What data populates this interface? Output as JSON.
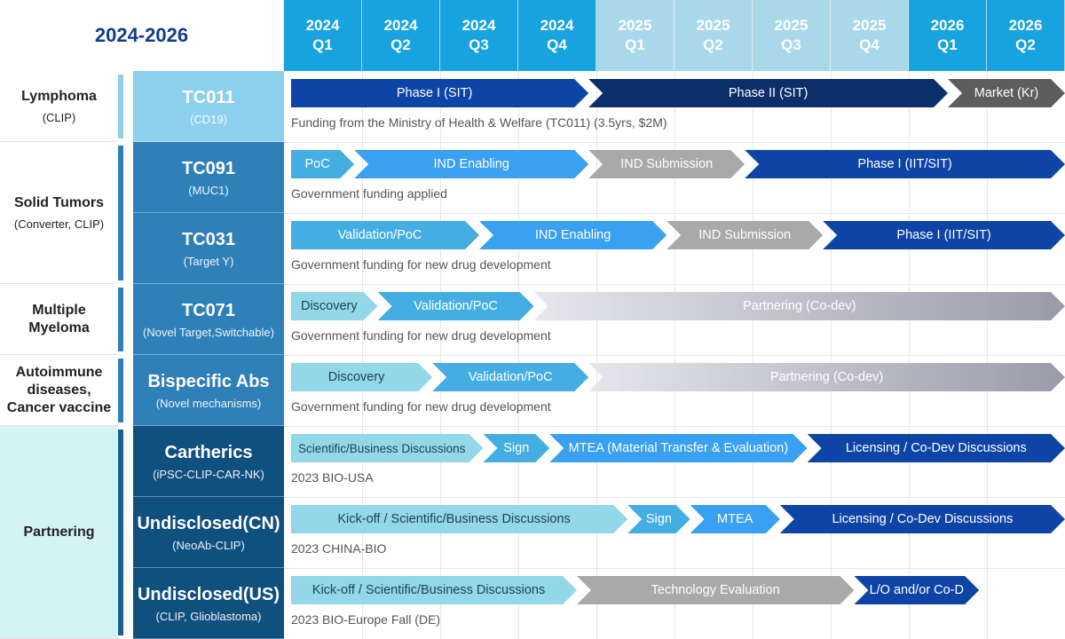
{
  "title": "2024-2026",
  "quarters": [
    {
      "year": "2024",
      "q": "Q1",
      "color": "#17a3e0"
    },
    {
      "year": "2024",
      "q": "Q2",
      "color": "#17a3e0"
    },
    {
      "year": "2024",
      "q": "Q3",
      "color": "#17a3e0"
    },
    {
      "year": "2024",
      "q": "Q4",
      "color": "#17a3e0"
    },
    {
      "year": "2025",
      "q": "Q1",
      "color": "#a9d8ea"
    },
    {
      "year": "2025",
      "q": "Q2",
      "color": "#a9d8ea"
    },
    {
      "year": "2025",
      "q": "Q3",
      "color": "#a9d8ea"
    },
    {
      "year": "2025",
      "q": "Q4",
      "color": "#a9d8ea"
    },
    {
      "year": "2026",
      "q": "Q1",
      "color": "#17a3e0"
    },
    {
      "year": "2026",
      "q": "Q2",
      "color": "#17a3e0"
    }
  ],
  "categories": [
    {
      "lines": [
        "Lymphoma"
      ],
      "sub": "(CLIP)",
      "rows": 1,
      "bg": "#ffffff",
      "bar": "#8dd0ee"
    },
    {
      "lines": [
        "Solid Tumors"
      ],
      "sub": "(Converter, CLIP)",
      "rows": 2,
      "bg": "#ffffff",
      "bar": "#2f7fb8"
    },
    {
      "lines": [
        "Multiple",
        "Myeloma"
      ],
      "sub": "",
      "rows": 1,
      "bg": "#ffffff",
      "bar": "#2f7fb8"
    },
    {
      "lines": [
        "Autoimmune",
        "diseases,",
        "Cancer vaccine"
      ],
      "sub": "",
      "rows": 1,
      "bg": "#ffffff",
      "bar": "#2f7fb8"
    },
    {
      "lines": [
        "Partnering"
      ],
      "sub": "",
      "rows": 3,
      "bg": "#d4f3f4",
      "bar": "#1a5e94"
    }
  ],
  "programs": [
    {
      "name": "TC011",
      "sub": "(CD19)",
      "bg": "#8dd0ee",
      "note": "Funding from the Ministry of Health & Welfare (TC011) (3.5yrs, $2M)",
      "stages": [
        {
          "label": "Phase I (SIT)",
          "start": 0,
          "end": 3.9,
          "color": "#0e44a6",
          "text": "#ffffff"
        },
        {
          "label": "Phase II (SIT)",
          "start": 3.9,
          "end": 8.5,
          "color": "#0c2f6b",
          "text": "#ffffff"
        },
        {
          "label": "Market (Kr)",
          "start": 8.5,
          "end": 10,
          "color": "#5d5d5d",
          "text": "#ffffff"
        }
      ]
    },
    {
      "name": "TC091",
      "sub": "(MUC1)",
      "bg": "#2f7fb8",
      "note": "Government funding applied",
      "stages": [
        {
          "label": "PoC",
          "start": 0,
          "end": 0.9,
          "color": "#44aee3",
          "text": "#ffffff"
        },
        {
          "label": "IND Enabling",
          "start": 0.9,
          "end": 3.9,
          "color": "#3aa0f2",
          "text": "#ffffff"
        },
        {
          "label": "IND Submission",
          "start": 3.9,
          "end": 5.9,
          "color": "#a9a9a9",
          "text": "#ffffff"
        },
        {
          "label": "Phase I (IIT/SIT)",
          "start": 5.9,
          "end": 10,
          "color": "#0e44a6",
          "text": "#ffffff"
        }
      ]
    },
    {
      "name": "TC031",
      "sub": "(Target Y)",
      "bg": "#2f7fb8",
      "note": "Government funding for new drug development",
      "stages": [
        {
          "label": "Validation/PoC",
          "start": 0,
          "end": 2.5,
          "color": "#44aee3",
          "text": "#ffffff"
        },
        {
          "label": "IND Enabling",
          "start": 2.5,
          "end": 4.9,
          "color": "#3aa0f2",
          "text": "#ffffff"
        },
        {
          "label": "IND Submission",
          "start": 4.9,
          "end": 6.9,
          "color": "#a9a9a9",
          "text": "#ffffff"
        },
        {
          "label": "Phase I (IIT/SIT)",
          "start": 6.9,
          "end": 10,
          "color": "#0e44a6",
          "text": "#ffffff"
        }
      ]
    },
    {
      "name": "TC071",
      "sub": "(Novel Target,Switchable)",
      "bg": "#2f7fb8",
      "note": "Government funding for new drug development",
      "stages": [
        {
          "label": "Discovery",
          "start": 0,
          "end": 1.2,
          "color": "#92d8e8",
          "text": "#1f3f5a"
        },
        {
          "label": "Validation/PoC",
          "start": 1.2,
          "end": 3.2,
          "color": "#44aee3",
          "text": "#ffffff"
        },
        {
          "label": "Partnering (Co-dev)",
          "start": 3.2,
          "end": 10,
          "color": "#c4c4cf",
          "text": "#ffffff",
          "gradient": [
            "#e6e6ec",
            "#9a9aaa"
          ]
        }
      ]
    },
    {
      "name": "Bispecific Abs",
      "sub": "(Novel mechanisms)",
      "bg": "#2f7fb8",
      "note": "Government funding for new drug development",
      "stages": [
        {
          "label": "Discovery",
          "start": 0,
          "end": 1.9,
          "color": "#92d8e8",
          "text": "#1f3f5a"
        },
        {
          "label": "Validation/PoC",
          "start": 1.9,
          "end": 3.9,
          "color": "#44aee3",
          "text": "#ffffff"
        },
        {
          "label": "Partnering (Co-dev)",
          "start": 3.9,
          "end": 10,
          "color": "#c4c4cf",
          "text": "#ffffff",
          "gradient": [
            "#e6e6ec",
            "#9a9aaa"
          ]
        }
      ]
    },
    {
      "name": "Cartherics",
      "sub": "(iPSC-CLIP-CAR-NK)",
      "bg": "#10507f",
      "note": "2023 BIO-USA",
      "stages": [
        {
          "label": "Scientific/Business Discussions",
          "start": 0,
          "end": 2.55,
          "color": "#92d8e8",
          "text": "#1f3f5a",
          "small": true
        },
        {
          "label": "Sign",
          "start": 2.55,
          "end": 3.4,
          "color": "#44aee3",
          "text": "#ffffff"
        },
        {
          "label": "MTEA (Material Transfer & Evaluation)",
          "start": 3.4,
          "end": 6.7,
          "color": "#3aa0f2",
          "text": "#ffffff"
        },
        {
          "label": "Licensing / Co-Dev Discussions",
          "start": 6.7,
          "end": 10,
          "color": "#0e44a6",
          "text": "#ffffff"
        }
      ]
    },
    {
      "name": "Undisclosed(CN)",
      "sub": "(NeoAb-CLIP)",
      "bg": "#10507f",
      "note": "2023 CHINA-BIO",
      "stages": [
        {
          "label": "Kick-off / Scientific/Business Discussions",
          "start": 0,
          "end": 4.4,
          "color": "#92d8e8",
          "text": "#1f3f5a"
        },
        {
          "label": "Sign",
          "start": 4.4,
          "end": 5.2,
          "color": "#44aee3",
          "text": "#ffffff"
        },
        {
          "label": "MTEA",
          "start": 5.2,
          "end": 6.35,
          "color": "#3aa0f2",
          "text": "#ffffff"
        },
        {
          "label": "Licensing / Co-Dev Discussions",
          "start": 6.35,
          "end": 10,
          "color": "#0e44a6",
          "text": "#ffffff"
        }
      ]
    },
    {
      "name": "Undisclosed(US)",
      "sub": "(CLIP, Glioblastoma)",
      "bg": "#10507f",
      "note": "2023 BIO-Europe Fall (DE)",
      "stages": [
        {
          "label": "Kick-off / Scientific/Business Discussions",
          "start": 0,
          "end": 3.75,
          "color": "#92d8e8",
          "text": "#1f3f5a"
        },
        {
          "label": "Technology Evaluation",
          "start": 3.75,
          "end": 7.3,
          "color": "#a9a9a9",
          "text": "#ffffff"
        },
        {
          "label": "L/O and/or Co-D",
          "start": 7.3,
          "end": 8.9,
          "color": "#0e44a6",
          "text": "#ffffff"
        }
      ]
    }
  ]
}
